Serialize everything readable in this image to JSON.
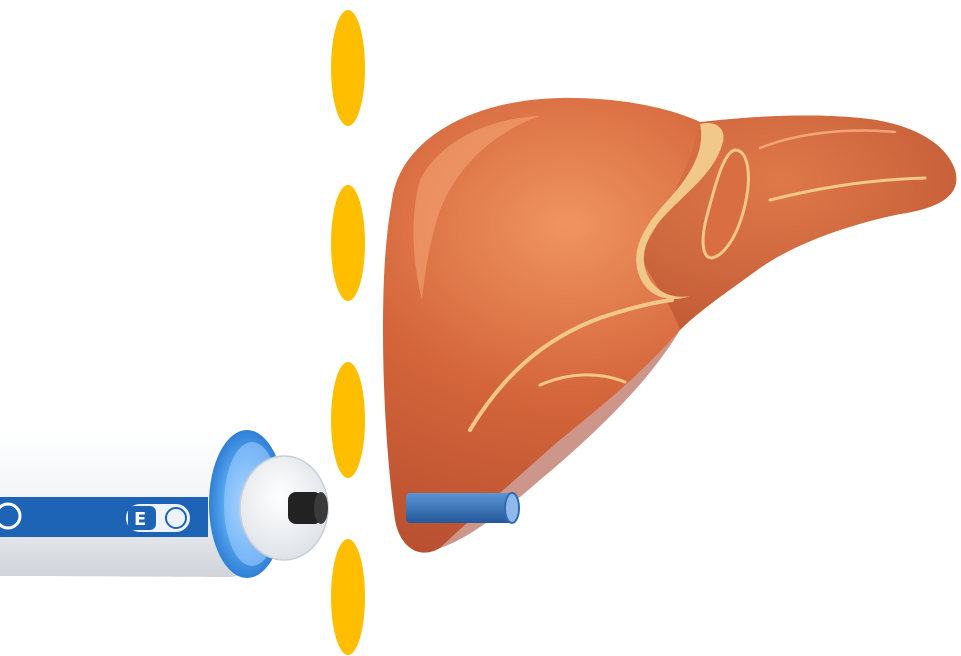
{
  "illustration": {
    "organ": "liver-icon",
    "device": "ultrasound-probe-icon",
    "vessel": "blood-vessel-icon",
    "markers": "rib-marker",
    "marker_count": 4,
    "probe_text": "E"
  },
  "colors": {
    "liver_base": "#c95a36",
    "liver_dark": "#a8432a",
    "liver_light": "#e98a5c",
    "liver_highlight": "#f4b07c",
    "ligament": "#f2c88a",
    "gallbladder": "#d86e42",
    "marker": "#ffbf00",
    "vessel": "#2f6db3",
    "vessel_light": "#5b95d6",
    "probe_body": "#eef0f3",
    "probe_stripe": "#1d63b6",
    "probe_glow": "#6fb6ff",
    "probe_tip": "#222222"
  }
}
